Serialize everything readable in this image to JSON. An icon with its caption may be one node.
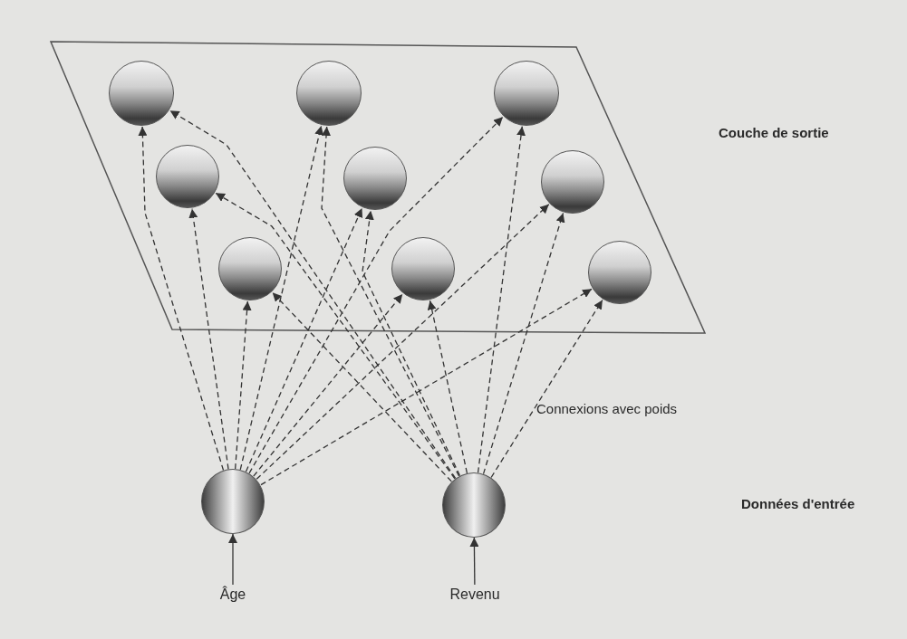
{
  "diagram": {
    "nodes": [
      {
        "text": [],
        "shape": "parallelogram",
        "beside": [
          "Couche de sortie"
        ]
      },
      {
        "text": [],
        "shape": "circle",
        "in": 0
      },
      {
        "text": [],
        "shape": "circle",
        "in": 0
      },
      {
        "text": [],
        "shape": "circle",
        "in": 0
      },
      {
        "text": [],
        "shape": "circle",
        "in": 0
      },
      {
        "text": [],
        "shape": "circle",
        "in": 0
      },
      {
        "text": [],
        "shape": "circle",
        "in": 0
      },
      {
        "text": [],
        "shape": "circle",
        "in": 0
      },
      {
        "text": [],
        "shape": "circle",
        "in": 0
      },
      {
        "text": [],
        "shape": "circle",
        "in": 0
      },
      {
        "text": [],
        "shape": "circle"
      },
      {
        "text": [],
        "shape": "circle"
      },
      {
        "text": [
          "Âge"
        ]
      },
      {
        "text": [
          "Revenu"
        ]
      }
    ],
    "edges": [
      {
        "from": 12,
        "to": 10,
        "arrow": "to"
      },
      {
        "from": 13,
        "to": 11,
        "arrow": "to"
      },
      {
        "from": 10,
        "to": 1,
        "arrow": "to",
        "style": "dashed"
      },
      {
        "from": 10,
        "to": 2,
        "arrow": "to",
        "style": "dashed"
      },
      {
        "from": 10,
        "to": 3,
        "arrow": "to",
        "style": "dashed"
      },
      {
        "from": 10,
        "to": 4,
        "arrow": "to",
        "style": "dashed"
      },
      {
        "from": 10,
        "to": 5,
        "arrow": "to",
        "style": "dashed"
      },
      {
        "from": 10,
        "to": 6,
        "arrow": "to",
        "style": "dashed"
      },
      {
        "from": 10,
        "to": 7,
        "arrow": "to",
        "style": "dashed"
      },
      {
        "from": 10,
        "to": 8,
        "arrow": "to",
        "style": "dashed"
      },
      {
        "from": 10,
        "to": 9,
        "arrow": "to",
        "style": "dashed"
      },
      {
        "from": 11,
        "to": 1,
        "arrow": "to",
        "style": "dashed"
      },
      {
        "from": 11,
        "to": 2,
        "arrow": "to",
        "style": "dashed"
      },
      {
        "from": 11,
        "to": 3,
        "arrow": "to",
        "style": "dashed"
      },
      {
        "from": 11,
        "to": 4,
        "arrow": "to",
        "style": "dashed"
      },
      {
        "from": 11,
        "to": 5,
        "arrow": "to",
        "style": "dashed"
      },
      {
        "from": 11,
        "to": 6,
        "arrow": "to",
        "style": "dashed"
      },
      {
        "from": 11,
        "to": 7,
        "arrow": "to",
        "style": "dashed"
      },
      {
        "from": 11,
        "to": 8,
        "arrow": "to",
        "style": "dashed"
      },
      {
        "from": 11,
        "to": 9,
        "arrow": "to",
        "style": "dashed"
      }
    ],
    "labels": [
      "Connexions avec poids",
      "Données d'entrée"
    ]
  }
}
